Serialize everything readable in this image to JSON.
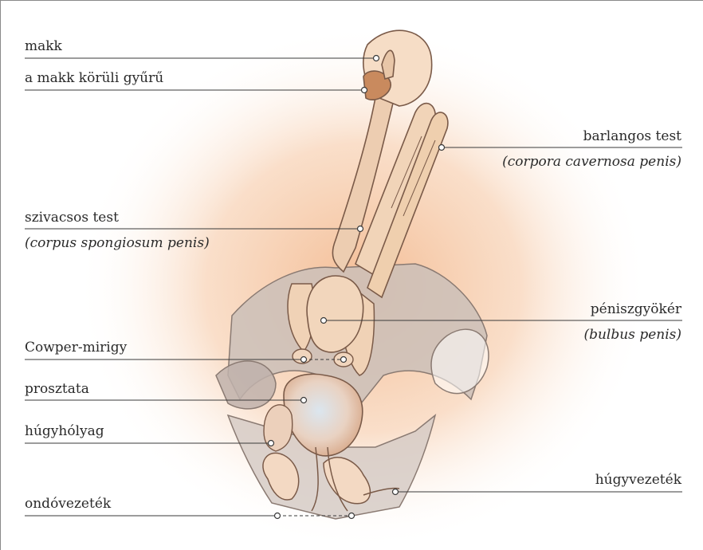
{
  "labels": {
    "makk": "makk",
    "makk_koruli_gyuru": "a makk körüli gyűrű",
    "barlangos_test": "barlangos test",
    "barlangos_test_latin": "(corpora cavernosa penis)",
    "szivacsos_test": "szivacsos test",
    "szivacsos_test_latin": "(corpus spongiosum penis)",
    "peniszgyoker": "péniszgyökér",
    "peniszgyoker_latin": "(bulbus penis)",
    "cowper_mirigy": "Cowper-mirigy",
    "prosztata": "prosztata",
    "hugyholyag": "húgyhólyag",
    "hugyvezetek": "húgyvezeték",
    "ondovezetek": "ondóvezeték"
  },
  "colors": {
    "glow": "#f3b98f",
    "tissue": "#eecdb0",
    "tissue_dark": "#d7a887",
    "outline": "#7a5a48",
    "pelvis": "#c9bdb7",
    "leader": "#3a3a3a"
  }
}
